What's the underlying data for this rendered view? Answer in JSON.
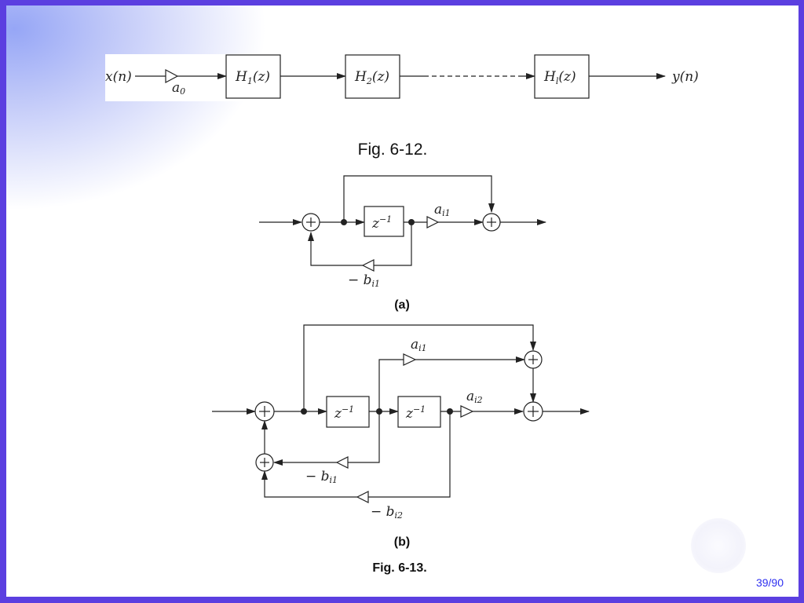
{
  "fig612": {
    "input": "x(n)",
    "gain": "a",
    "gain_sub": "0",
    "h1": "H",
    "h1_sub": "1",
    "h1_arg": "(z)",
    "h2": "H",
    "h2_sub": "2",
    "h2_arg": "(z)",
    "hi": "H",
    "hi_sub": "l",
    "hi_arg": "(z)",
    "output": "y(n)",
    "caption": "Fig. 6-12."
  },
  "fig613a": {
    "delay": "z",
    "delay_exp": "−1",
    "a_label": "a",
    "a_sub": "i1",
    "b_label": "− b",
    "b_sub": "i1",
    "caption": "(a)"
  },
  "fig613b": {
    "delay1": "z",
    "delay1_exp": "−1",
    "delay2": "z",
    "delay2_exp": "−1",
    "a1_label": "a",
    "a1_sub": "i1",
    "a2_label": "a",
    "a2_sub": "i2",
    "b1_label": "− b",
    "b1_sub": "i1",
    "b2_label": "− b",
    "b2_sub": "i2",
    "caption": "(b)"
  },
  "fig613_caption": "Fig. 6-13.",
  "page_number": "39/90",
  "colors": {
    "frame": "#5b3fe0",
    "page_number": "#2d2ff0",
    "ink": "#222222"
  }
}
